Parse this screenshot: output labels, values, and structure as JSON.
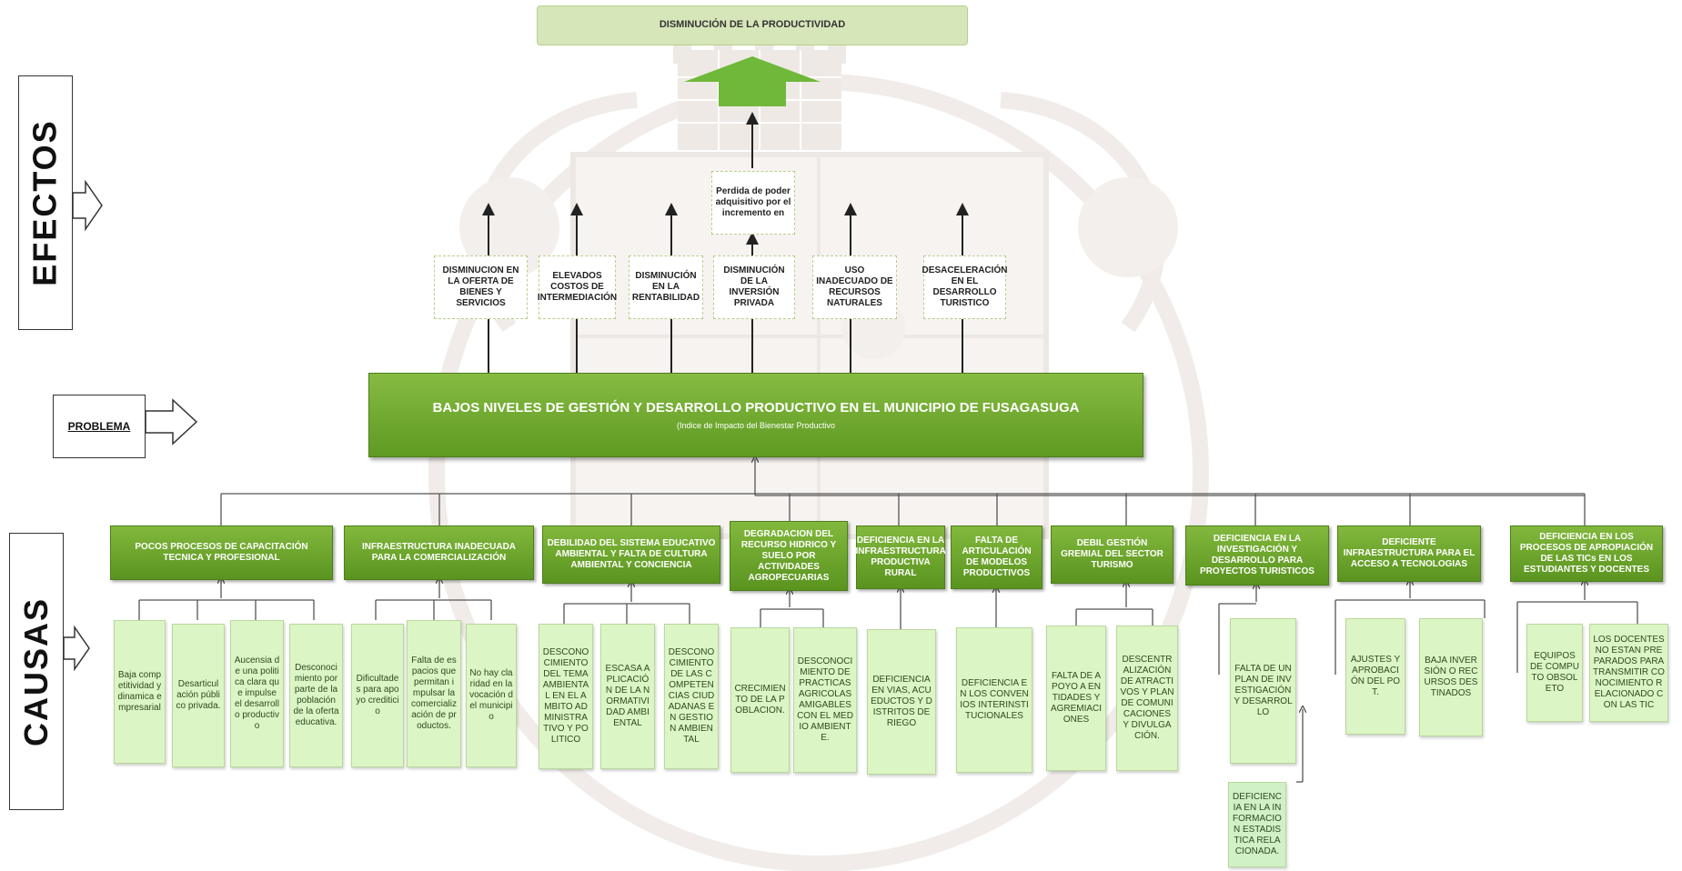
{
  "labels": {
    "effects": "EFECTOS",
    "problem": "PROBLEMA",
    "causes": "CAUSAS"
  },
  "top_effect": "DISMINUCIÓN DE LA PRODUCTIVIDAD",
  "secondary_effect": "Perdida de poder adquisitivo por el incremento en",
  "effects": [
    "DISMINUCION EN LA OFERTA DE BIENES Y SERVICIOS",
    "ELEVADOS COSTOS DE INTERMEDIACIÓN",
    "DISMINUCIÓN EN LA RENTABILIDAD",
    "DISMINUCIÓN DE LA INVERSIÓN PRIVADA",
    "USO INADECUADO DE RECURSOS NATURALES",
    "DESACELERACIÓN EN EL DESARROLLO TURISTICO"
  ],
  "problem": {
    "title": "BAJOS NIVELES DE GESTIÓN Y DESARROLLO PRODUCTIVO EN EL  MUNICIPIO DE FUSAGASUGA",
    "subtitle": "(Indice de Impacto del Bienestar Productivo"
  },
  "causes": [
    {
      "title": "POCOS PROCESOS DE CAPACITACIÓN TECNICA Y PROFESIONAL",
      "subs": [
        "Baja competitividad y dinamica empresarial",
        "Desarticulación público privada.",
        "Aucensia de una politica clara que impulse el desarrollo productivo",
        "Desconocimiento por parte de la población de la oferta educativa."
      ]
    },
    {
      "title": "INFRAESTRUCTURA INADECUADA PARA LA COMERCIALIZACIÓN",
      "subs": [
        "Dificultades para apoyo crediticio",
        "Falta de espacios que permitan impulsar la comercialización de productos.",
        "No hay claridad en la vocación del municipio"
      ]
    },
    {
      "title": "DEBILIDAD DEL SISTEMA EDUCATIVO AMBIENTAL Y FALTA DE CULTURA AMBIENTAL Y CONCIENCIA",
      "subs": [
        "DESCONOCIMIENTO DEL TEMA AMBIENTAL EN EL AMBITO ADMINISTRATIVO Y POLITICO",
        "ESCASA APLICACIÓN DE LA NORMATIVIDAD AMBIENTAL",
        "DESCONOCIMIENTO DE LAS COMPETENCIAS CIUDADANAS EN GESTION AMBIENTAL"
      ]
    },
    {
      "title": "DEGRADACION DEL RECURSO HIDRICO Y SUELO POR ACTIVIDADES AGROPECUARIAS",
      "subs": [
        "CRECIMIENTO DE LA POBLACION.",
        "DESCONOCIMIENTO DE PRACTICAS AGRICOLAS AMIGABLES CON EL MEDIO AMBIENTE."
      ]
    },
    {
      "title": "DEFICIENCIA EN LA INFRAESTRUCTURA PRODUCTIVA RURAL",
      "subs": [
        "DEFICIENCIA EN VIAS, ACUEDUCTOS Y DISTRITOS DE RIEGO"
      ]
    },
    {
      "title": "FALTA DE ARTICULACIÓN DE MODELOS PRODUCTIVOS",
      "subs": [
        "DEFICIENCIA EN LOS CONVENIOS INTERINSTITUCIONALES"
      ]
    },
    {
      "title": "DEBIL GESTIÓN GREMIAL DEL SECTOR TURISMO",
      "subs": [
        "FALTA DE APOYO A ENTIDADES Y AGREMIACIONES",
        "DESCENTRALIZACIÓN DE ATRACTIVOS Y PLAN DE COMUNICACIONES Y DIVULGACIÓN."
      ]
    },
    {
      "title": "DEFICIENCIA EN LA INVESTIGACIÓN Y DESARROLLO PARA PROYECTOS TURISTICOS",
      "subs": [
        "FALTA DE UN PLAN DE INVESTIGACIÓN Y DESARROLLO",
        "DEFICIENCIA EN LA INFORMACION ESTADISTICA RELACIONADA."
      ]
    },
    {
      "title": "DEFICIENTE INFRAESTRUCTURA PARA EL ACCESO A TECNOLOGIAS",
      "subs": [
        "AJUSTES Y APROBACIÓN DEL POT.",
        "BAJA INVERSIÓN O RECURSOS DESTINADOS"
      ]
    },
    {
      "title": "DEFICIENCIA EN LOS PROCESOS DE APROPIACIÓN DE LAS TICs EN LOS ESTUDIANTES Y DOCENTES",
      "subs": [
        "EQUIPOS DE COMPUTO OBSOLETO",
        "LOS DOCENTES NO ESTAN PREPARADOS PARA TRANSMITIR CONOCIMIENTO RELACIONADO CON LAS TIC"
      ]
    }
  ],
  "colors": {
    "accent_green": "#6fa82e",
    "light_green": "#dcf5c4",
    "effect_border": "#b7cf86",
    "title_fill": "#d6e6b9"
  }
}
